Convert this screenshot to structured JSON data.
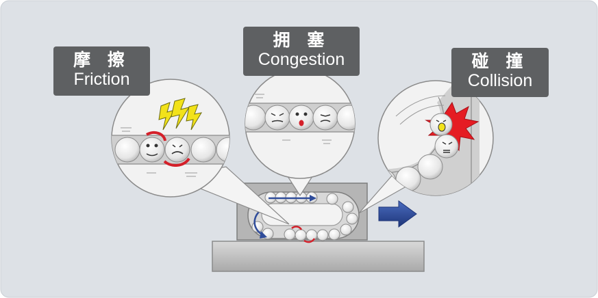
{
  "labels": {
    "friction": {
      "cjk": "摩 擦",
      "en": "Friction"
    },
    "congestion": {
      "cjk": "拥 塞",
      "en": "Congestion"
    },
    "collision": {
      "cjk": "碰 撞",
      "en": "Collision"
    }
  },
  "colors": {
    "background": "#dde1e6",
    "label_box": "#5e6062",
    "arrow_blue": "#2f4c9a",
    "friction_red": "#d4202a",
    "spark_yellow": "#f2e21a",
    "burst_red": "#e51c23",
    "ball_fill": "#f4f4f4",
    "track": "#c4c4c4"
  },
  "icons": [
    "movement-arrow-icon",
    "lightning-icon",
    "burst-icon"
  ]
}
